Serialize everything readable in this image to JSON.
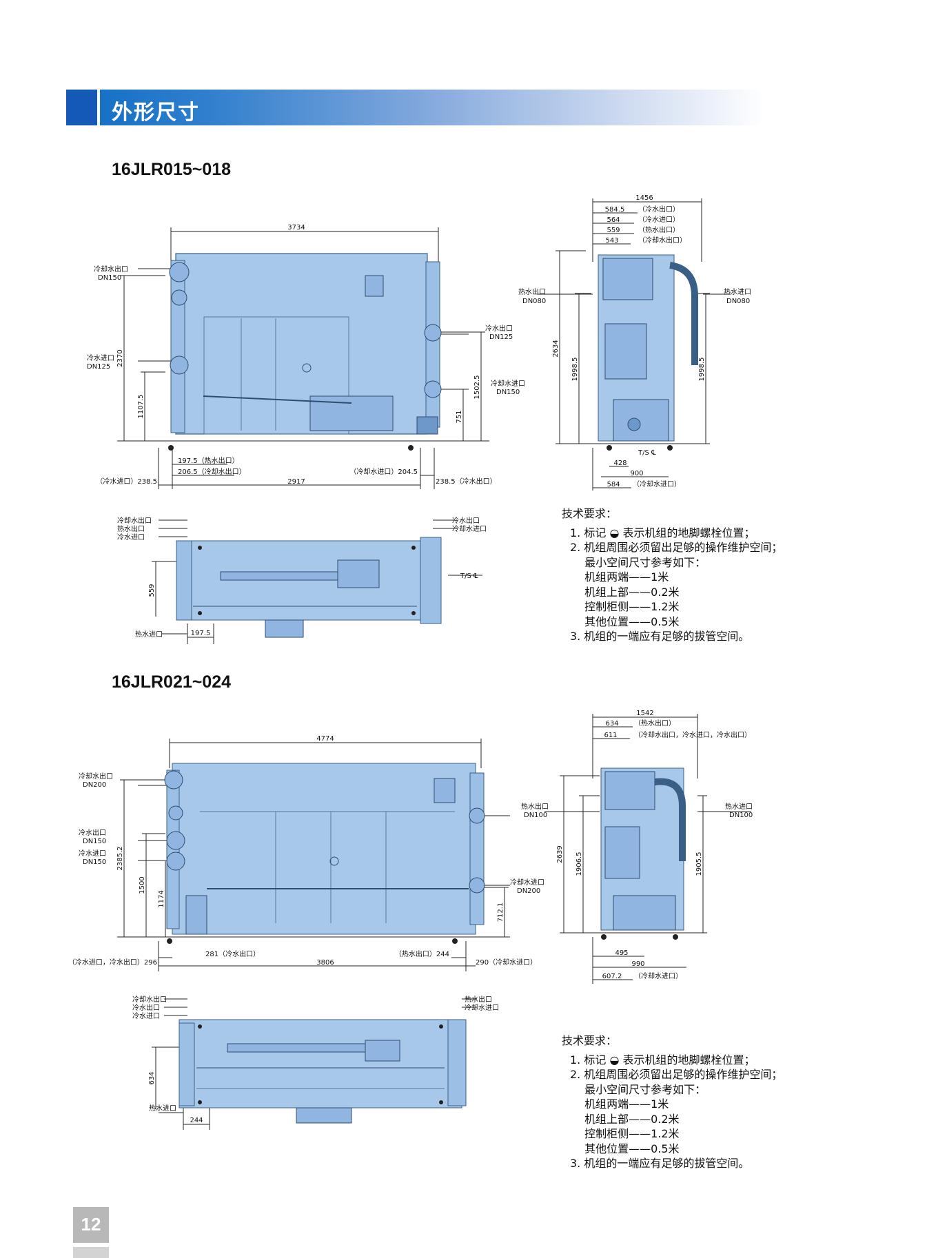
{
  "page": {
    "title": "外形尺寸",
    "page_number": "12"
  },
  "model1": {
    "name": "16JLR015~018",
    "front": {
      "width": "3734",
      "h1": "2370",
      "h2": "1107.5",
      "h3": "1502.5",
      "h4": "751",
      "b1": "197.5（热水出口）",
      "b2": "206.5（冷却水出口）",
      "b3": "（冷水进口）238.5",
      "b4": "2917",
      "b5": "（冷却水进口）204.5",
      "b6": "238.5（冷水出口）",
      "cwo": "冷却水出口",
      "dn150": "DN150",
      "cwi_l": "冷水进口",
      "dn125": "DN125",
      "cso": "冷水出口",
      "dn125b": "DN125",
      "cwin": "冷却水进口",
      "dn150b": "DN150"
    },
    "side": {
      "w": "1456",
      "s1": "584.5",
      "s2": "564",
      "s3": "559",
      "s4": "543",
      "t1": "（冷水出口）",
      "t2": "（冷水进口）",
      "t3": "（热水出口）",
      "t4": "（冷却水出口）",
      "hwo": "热水出口",
      "dn080": "DN080",
      "hwi": "热水进口",
      "dn080b": "DN080",
      "h": "2634",
      "h1": "1998.5",
      "h2": "1998.5",
      "ts": "T/S ℄",
      "b1": "428",
      "b2": "900",
      "b3": "584",
      "b3t": "（冷却水进口）"
    },
    "plan": {
      "l1": "冷却水出口",
      "l2": "热水出口",
      "l3": "冷水进口",
      "r1": "冷水出口",
      "r2": "冷却水进口",
      "ts": "T/S ℄",
      "d": "559",
      "hwi": "热水进口",
      "b": "197.5"
    }
  },
  "model2": {
    "name": "16JLR021~024",
    "front": {
      "width": "4774",
      "h1": "2385.2",
      "h2": "1500",
      "h3": "1174",
      "h4": "712.1",
      "b1": "281（冷水出口）",
      "b2": "（热水出口）244",
      "b3": "（冷水进口，冷水出口）296",
      "b4": "3806",
      "b5": "290（冷却水进口）",
      "cwo": "冷却水出口",
      "dn200": "DN200",
      "cso": "冷水出口",
      "dn150": "DN150",
      "cwi": "冷水进口",
      "dn150b": "DN150",
      "hwo": "热水出口",
      "dn100": "DN100",
      "cwin": "冷却水进口",
      "dn200b": "DN200"
    },
    "side": {
      "w": "1542",
      "s1": "634",
      "s2": "611",
      "t1": "（热水出口）",
      "t2": "（冷却水出口，冷水进口，冷水出口）",
      "hwi": "热水进口",
      "dn100": "DN100",
      "h": "2639",
      "h1": "1906.5",
      "h2": "1905.5",
      "b1": "495",
      "b2": "990",
      "b3": "607.2",
      "b3t": "（冷却水进口）"
    },
    "plan": {
      "l1": "冷却水出口",
      "l2": "冷水出口",
      "l3": "冷水进口",
      "r1": "热水出口",
      "r2": "冷却水进口",
      "d": "634",
      "hwi": "热水进口",
      "b": "244"
    }
  },
  "tech": {
    "heading": "技术要求：",
    "lines": [
      "1. 标记 ◒ 表示机组的地脚螺栓位置；",
      "2. 机组周围必须留出足够的操作维护空间；",
      "　 最小空间尺寸参考如下：",
      "　 机组两端——1米",
      "　 机组上部——0.2米",
      "　 控制柜侧——1.2米",
      "　 其他位置——0.5米",
      "3. 机组的一端应有足够的拔管空间。"
    ]
  },
  "colors": {
    "header_dark": "#1459b5",
    "machine": "#a8c8ea",
    "machine_dark": "#7aa6d3"
  }
}
